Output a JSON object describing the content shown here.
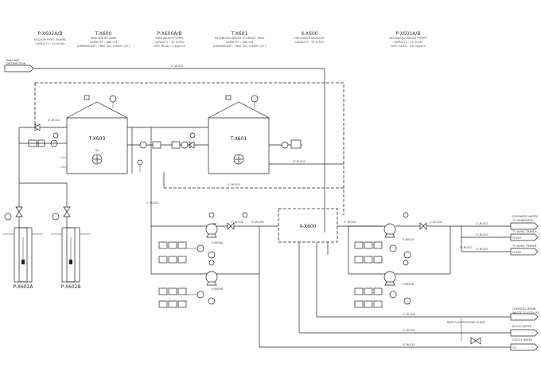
{
  "header_blocks": [
    {
      "tag": "P-X602A/B",
      "lines": [
        "SODIUM HYPO. PUMPS",
        "CAPACITY : 25 m3/hr"
      ]
    },
    {
      "tag": "T-X600",
      "lines": [
        "RAW WATER TANK",
        "CAPACITY : 880 m3",
        "DIMENSIONS : 7600 (ID) X 8800 (HT)"
      ]
    },
    {
      "tag": "P-X600A/B",
      "lines": [
        "RAW WATER PUMPS",
        "CAPACITY : 35 m3/hr",
        "DIFF. HEAD : 3 kg/cm2"
      ]
    },
    {
      "tag": "T-X601",
      "lines": [
        "DEIONIZED WATER STORAGE TANK",
        "CAPACITY : 580 m3",
        "DIMENSIONS : 7600 (ID) X 9600 (HT)"
      ]
    },
    {
      "tag": "X-X600",
      "lines": [
        "DEIONIZER PACKAGE",
        "CAPACITY : 35 m3/hr"
      ]
    },
    {
      "tag": "P-X601A/B",
      "lines": [
        "DEIONIZED WATER PUMPS",
        "CAPACITY : 25 m3/hr",
        "DIFF. HEAD : 4.6 kg/cm2"
      ]
    }
  ],
  "equipment_labels": {
    "t600": "T-X600",
    "t601": "T-X601",
    "p602a": "P-X602A",
    "p602b": "P-X602B",
    "x600": "X-X600",
    "p600a": "P-X600A",
    "p600b": "P-X600B",
    "p601a": "P-X601A",
    "p601b": "P-X601B"
  },
  "offpage": {
    "from_left": [
      "RAW WAT",
      "DISTRIBUTION"
    ],
    "dw_header": [
      "DEIONIZED WATER",
      "TO GENERATOR"
    ],
    "to_aux1": [
      "TO AUXIL TRAIN-A",
      "FLUSH"
    ],
    "to_aux2": [
      "TO AUXIL TRAIN-B",
      "FLUSH"
    ],
    "chemical": [
      "CHEMICAL DRAIN",
      "WASTE TO COOL PE"
    ],
    "black": [
      "BLACK WATER"
    ],
    "utility": [
      "UTILITY WATER",
      "TO"
    ]
  },
  "misc_text": {
    "new_plant": "NEW PLANT",
    "existing_plant": "EXISTING PLANT",
    "m3": "M3"
  },
  "line_labels": {
    "top_line": "2\"-W-001",
    "tank_link": "4\"-W-002",
    "mid_line": "2\"-W-003",
    "to_pkg": "3\"-W-004",
    "pkg_out": "3\"-W-005",
    "p601_disc": "2\"-W-006",
    "header_out": "2\"-W-007",
    "bottom1": "2\"-W-008",
    "bottom2": "2\"-W-009",
    "bottom3": "2\"-W-010"
  }
}
